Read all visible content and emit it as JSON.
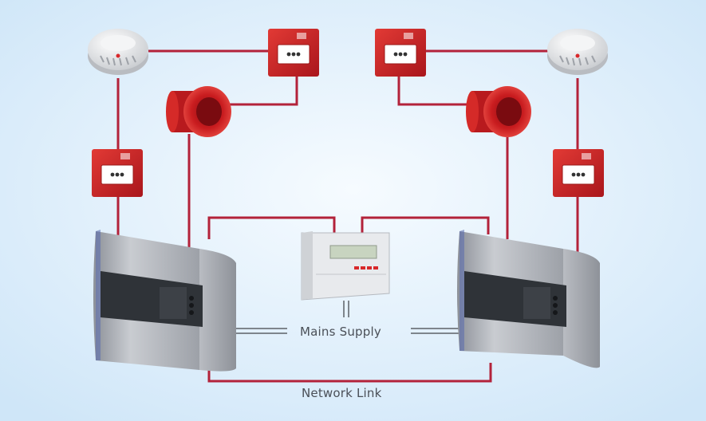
{
  "labels": {
    "mains_supply": "Mains Supply",
    "network_link": "Network Link"
  },
  "colors": {
    "background_edge": "#d8ecfa",
    "background_center": "#f4f9fe",
    "wire": "#b3223a",
    "mains_wire": "#7e858c",
    "call_point_red": "#d8282a",
    "panel_silver": "#a7abb2"
  },
  "devices": [
    {
      "name": "smoke-detector",
      "icon": "smoke-detector-icon"
    },
    {
      "name": "manual-call-point",
      "icon": "call-point-icon"
    },
    {
      "name": "sounder",
      "icon": "sounder-icon"
    },
    {
      "name": "fire-alarm-panel",
      "icon": "panel-icon"
    },
    {
      "name": "repeater-panel",
      "icon": "repeater-icon"
    }
  ]
}
